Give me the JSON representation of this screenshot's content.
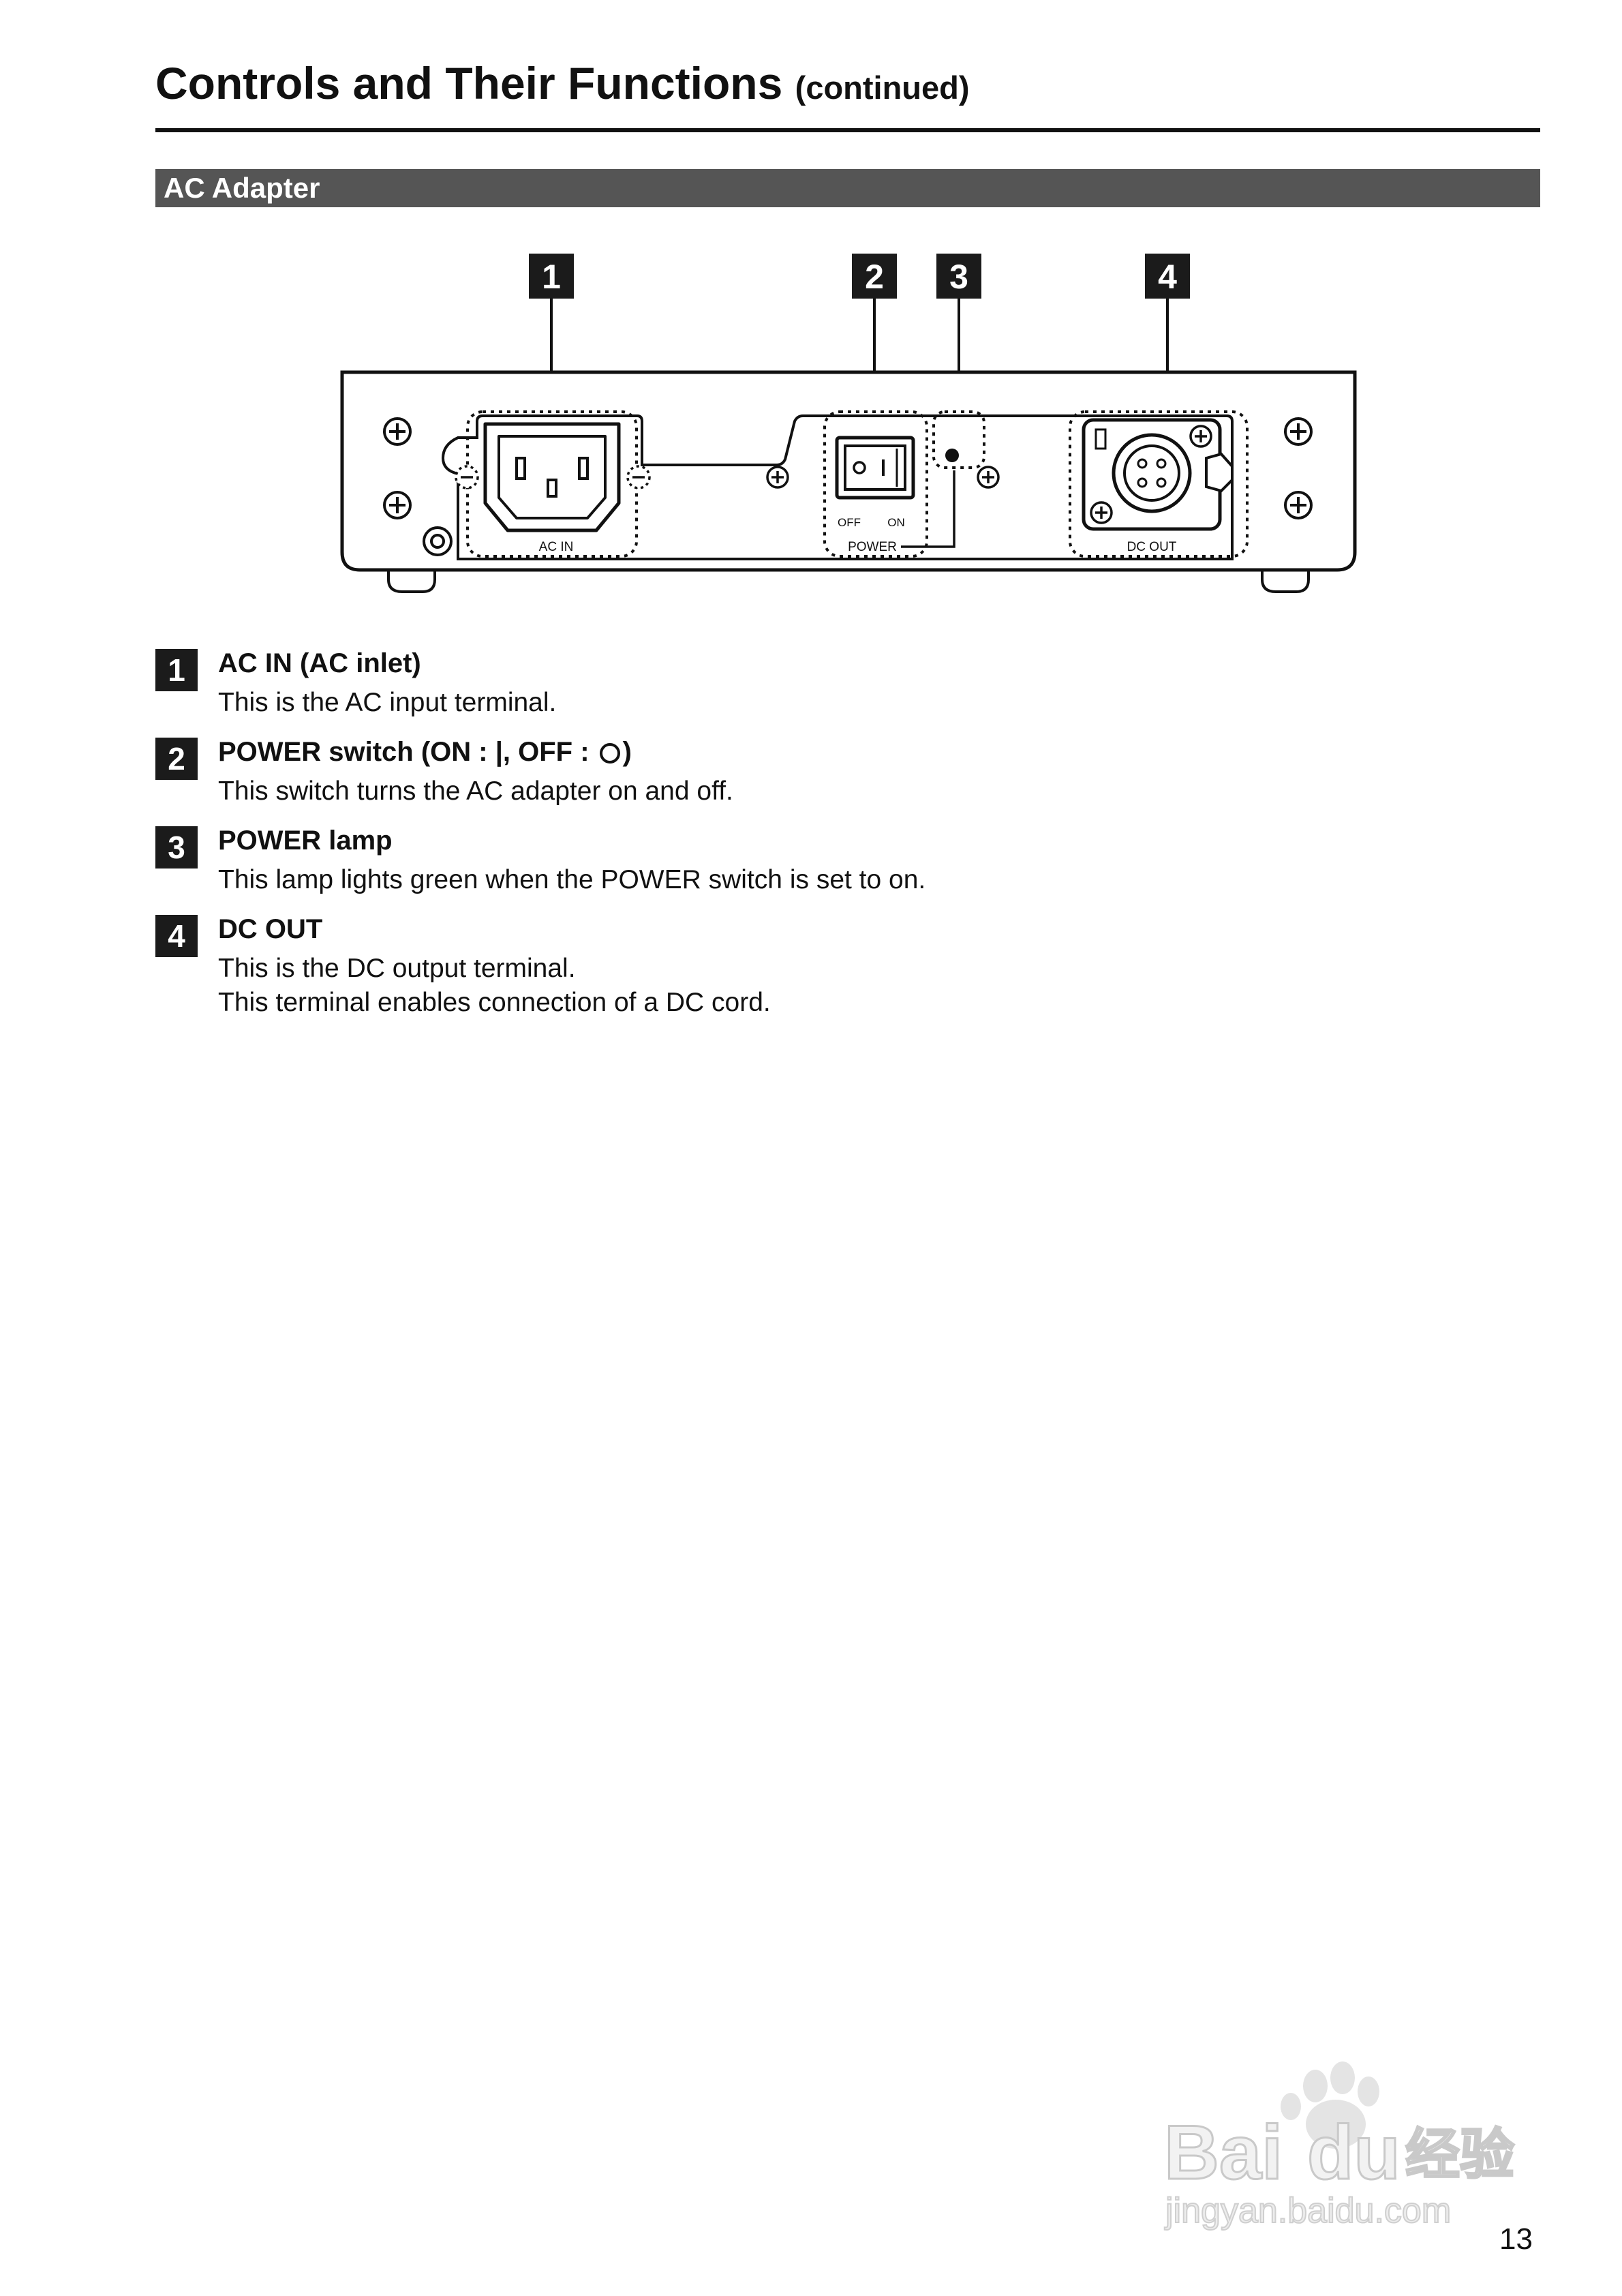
{
  "header": {
    "title": "Controls and Their Functions",
    "subtitle": "(continued)"
  },
  "section": {
    "title": "AC Adapter"
  },
  "diagram": {
    "callouts": [
      "1",
      "2",
      "3",
      "4"
    ],
    "labels": {
      "ac_in": "AC IN",
      "off": "OFF",
      "on": "ON",
      "power": "POWER",
      "dc_out": "DC OUT"
    }
  },
  "items": [
    {
      "number": "1",
      "title": "AC IN (AC inlet)",
      "description": [
        "This is the AC input terminal."
      ]
    },
    {
      "number": "2",
      "title_prefix": "POWER switch  (ON : ",
      "on_symbol": "|",
      "title_middle": ", OFF : ",
      "title_suffix": ")",
      "description": [
        "This switch turns the AC adapter on and off."
      ]
    },
    {
      "number": "3",
      "title": "POWER lamp",
      "description": [
        "This lamp lights green when the POWER switch is set to on."
      ]
    },
    {
      "number": "4",
      "title": "DC OUT",
      "description": [
        "This is the DC output terminal.",
        "This terminal enables connection of a DC cord."
      ]
    }
  ],
  "watermark": {
    "brand": "Bai",
    "brand2": "du",
    "chinese": "经验",
    "url": "jingyan.baidu.com"
  },
  "footer": {
    "page_number": "13"
  }
}
